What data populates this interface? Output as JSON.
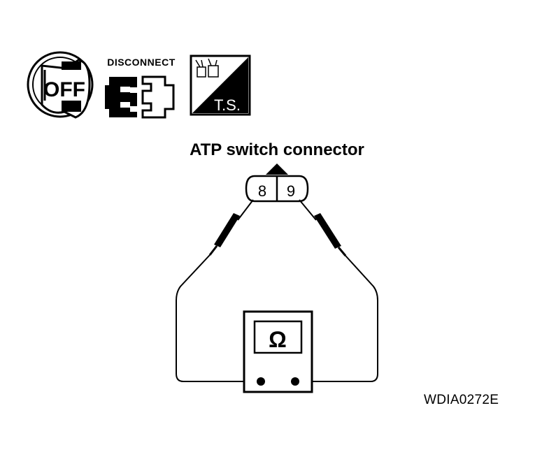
{
  "icons": {
    "ignition": {
      "icon": "ignition-key-off-icon",
      "text": "OFF"
    },
    "disconnect": {
      "icon": "connector-disconnect-icon",
      "label": "DISCONNECT"
    },
    "tester": {
      "icon": "tester-ts-icon",
      "text": "T.S."
    }
  },
  "diagram": {
    "title": "ATP switch connector",
    "pins": [
      "8",
      "9"
    ],
    "meter_symbol": "Ω"
  },
  "figure_code": "WDIA0272E"
}
